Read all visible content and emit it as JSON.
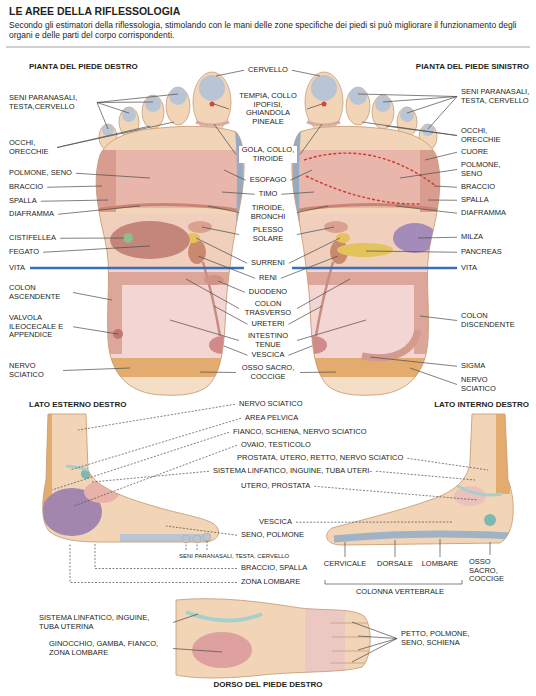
{
  "diagram": {
    "title": "LE AREE DELLA RIFLESSOLOGIA",
    "caption": "Secondo gli estimatori della riflessologia, stimolando con le mani delle zone specifiche dei piedi si può migliorare il funzionamento degli organi e delle parti del corpo corrispondenti.",
    "labels": [
      "PIANTA DEL PIEDE DESTRO",
      "CERVELLO",
      "PIANTA DEL PIEDE SINISTRO",
      "SENI PARANASALI, TESTA,CERVELLO",
      "TEMPIA, COLLO IPOFISI, GHIANDOLA PINEALE",
      "SENI PARANASALI, TESTA, CERVELLO",
      "OCCHI, ORECCHIE",
      "OCCHI, ORECCHIE",
      "GOLA, COLLO, TIROIDE",
      "CUORE",
      "POLMONE, SENO",
      "POLMONE, SENO",
      "ESOFAGO",
      "BRACCIO",
      "BRACCIO",
      "TIMO",
      "SPALLA",
      "SPALLA",
      "TIROIDE, BRONCHI",
      "DIAFRAMMA",
      "DIAFRAMMA",
      "PLESSO SOLARE",
      "CISTIFELLEA",
      "MILZA",
      "SURRENI",
      "FEGATO",
      "PANCREAS",
      "RENI",
      "VITA",
      "VITA",
      "DUODENO",
      "COLON ASCENDENTE",
      "COLON TRASVERSO",
      "URETERI",
      "VALVOLA ILEOCECALE E APPENDICE",
      "COLON DISCENDENTE",
      "INTESTINO TENUE",
      "VESCICA",
      "NERVO SCIATICO",
      "OSSO SACRO, COCCIGE",
      "SIGMA",
      "NERVO SCIATICO",
      "LATO ESTERNO DESTRO",
      "NERVO SCIATICO",
      "LATO INTERNO DESTRO",
      "AREA PELVICA",
      "FIANCO, SCHIENA, NERVO SCIATICO",
      "OVAIO, TESTICOLO",
      "PROSTATA, UTERO, RETTO, NERVO SCIATICO",
      "SISTEMA LINFATICO, INGUINE, TUBA UTERI-",
      "UTERO, PROSTATA",
      "VESCICA",
      "SENO, POLMONE",
      "SENI PARANASALI, TESTA, CERVELLO",
      "CERVICALE",
      "DORSALE",
      "LOMBARE",
      "OSSO SACRO, COCCIGE",
      "BRACCIO, SPALLA",
      "ZONA LOMBARE",
      "COLONNA VERTEBRALE",
      "SISTEMA LINFATICO, INGUINE, TUBA UTERINA",
      "PETTO, POLMONE, SENO, SCHIENA",
      "GINOCCHIO, GAMBA, FIANCO, ZONA LOMBARE",
      "DORSO DEL PIEDE DESTRO"
    ]
  }
}
